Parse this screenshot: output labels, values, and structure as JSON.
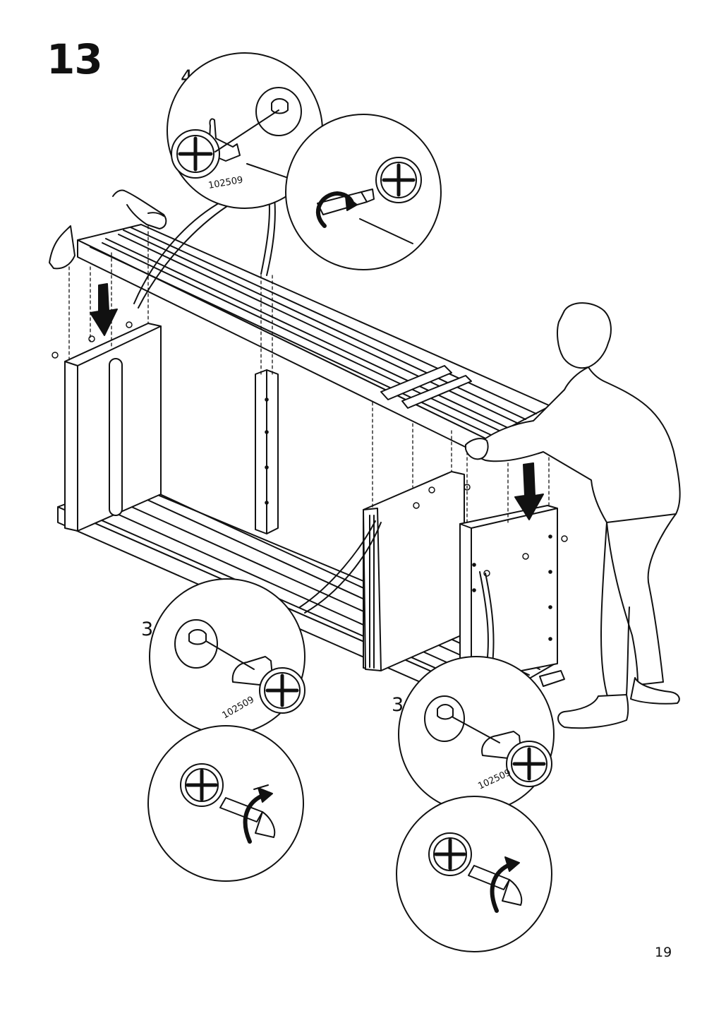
{
  "step": {
    "number": "13"
  },
  "callouts": {
    "top": {
      "quantity": "4×",
      "part_number": "102509"
    },
    "bottom_left": {
      "quantity": "3×",
      "part_number": "102509"
    },
    "bottom_right": {
      "quantity": "3×",
      "part_number": "102509"
    }
  },
  "page": {
    "number": "19"
  },
  "colors": {
    "ink": "#111111",
    "paper": "#ffffff",
    "shade": "#3a3a3a"
  }
}
